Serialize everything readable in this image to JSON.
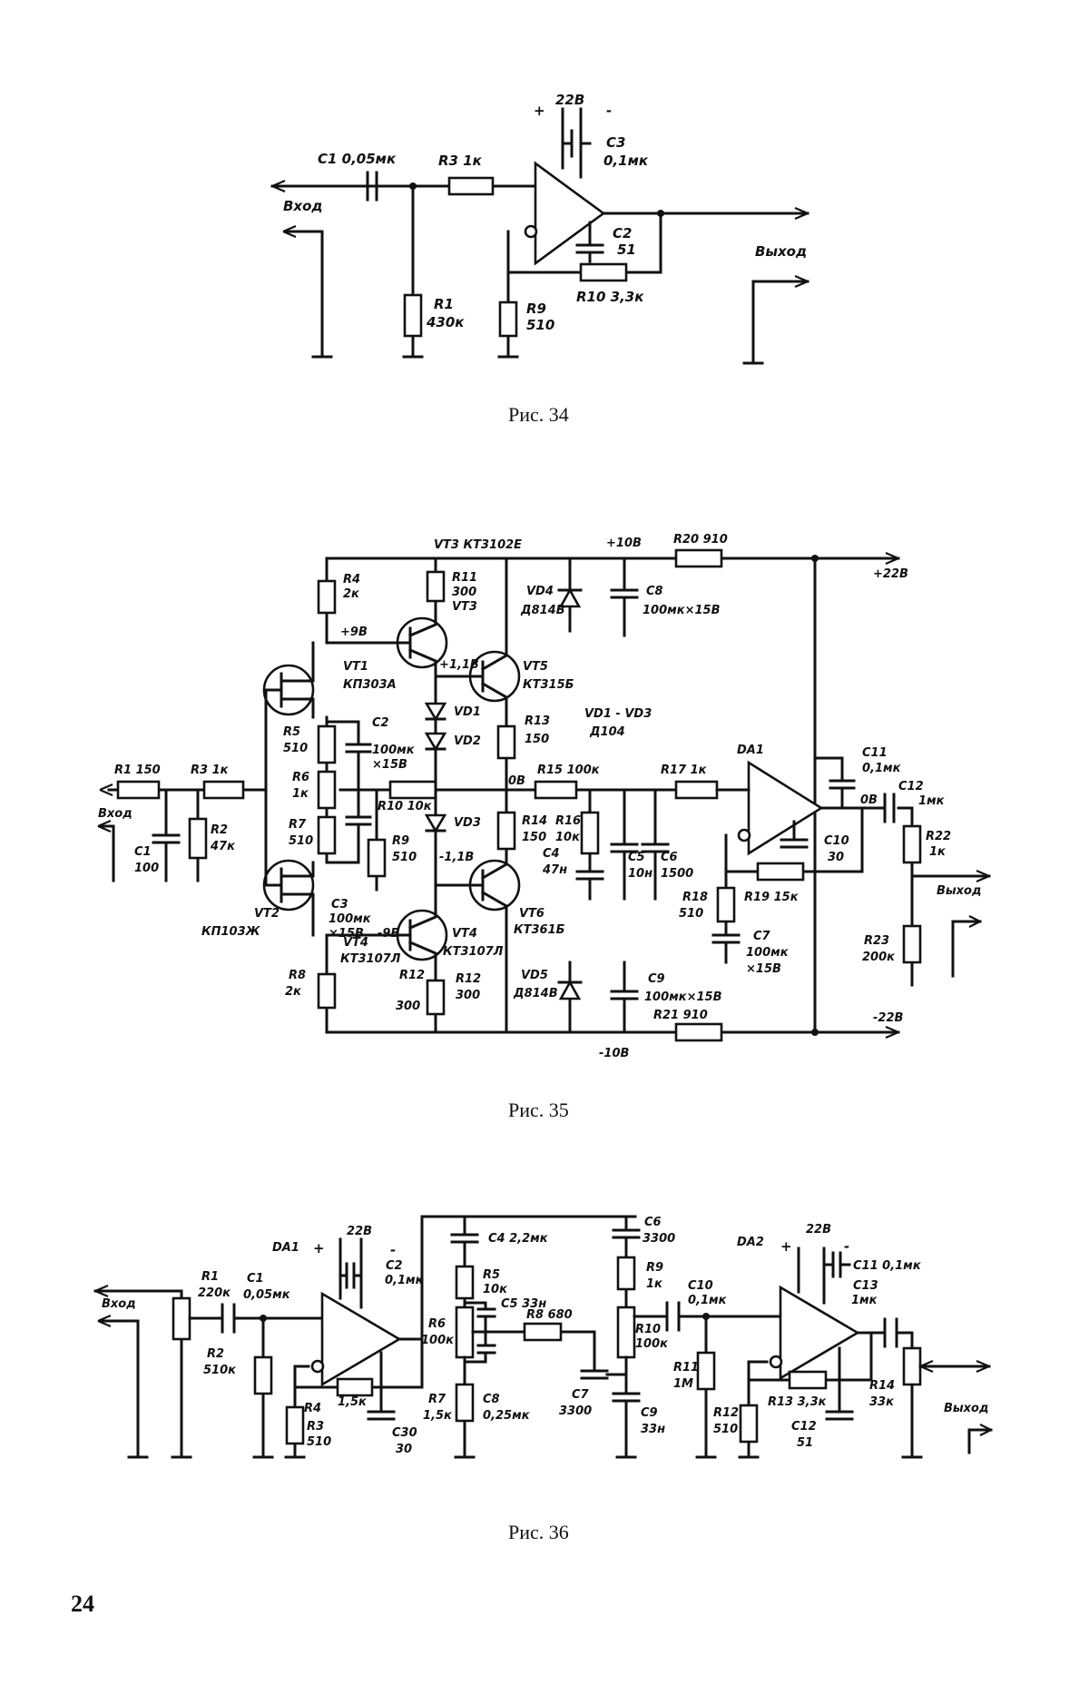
{
  "page_number": "24",
  "fig34": {
    "caption": "Рис. 34",
    "supply": "22В",
    "plus": "+",
    "minus": "-",
    "c1": "C1 0,05мк",
    "r3": "R3 1к",
    "c3a": "C3",
    "c3b": "0,1мк",
    "c2a": "C2",
    "c2b": "51",
    "input": "Вход",
    "output": "Выход",
    "r1a": "R1",
    "r1b": "430к",
    "r9a": "R9",
    "r9b": "510",
    "r10": "R10 3,3к"
  },
  "fig35": {
    "caption": "Рис. 35",
    "vt3_top": "VT3 КТ3102Е",
    "p10v": "+10В",
    "r20": "R20 910",
    "p22v": "+22В",
    "r4a": "R4",
    "r4b": "2к",
    "r11a": "R11",
    "r11b": "300",
    "vt3": "VT3",
    "vd4a": "VD4",
    "vd4b": "Д814В",
    "c8a": "C8",
    "c8b": "100мк×15В",
    "p9v": "+9В",
    "vt1a": "VT1",
    "vt1b": "КП303А",
    "v11": "+1,1В",
    "vt5a": "VT5",
    "vt5b": "КТ315Б",
    "vd1": "VD1",
    "vd2": "VD2",
    "vd13a": "VD1 - VD3",
    "vd13b": "Д104",
    "r13a": "R13",
    "r13b": "150",
    "da1": "DA1",
    "c11a": "C11",
    "c11b": "0,1мк",
    "c12a": "C12",
    "c12b": "1мк",
    "r5a": "R5",
    "r5b": "510",
    "c2a": "C2",
    "c2b": "100мк",
    "c2c": "×15В",
    "r15": "R15 100к",
    "r17": "R17 1к",
    "v0a": "0В",
    "v0b": "0В",
    "r1": "R1 150",
    "r3": "R3 1к",
    "r6a": "R6",
    "r6b": "1к",
    "r10": "R10 10к",
    "r22a": "R22",
    "r22b": "1к",
    "input": "Вход",
    "r2a": "R2",
    "r2b": "47к",
    "c1a": "C1",
    "c1b": "100",
    "r7a": "R7",
    "r7b": "510",
    "r9a": "R9",
    "r9b": "510",
    "vd3": "VD3",
    "m11": "-1,1В",
    "r14a": "R14",
    "r14b": "150",
    "r16a": "R16",
    "r16b": "10к",
    "c4a": "C4",
    "c4b": "47н",
    "c5a": "C5",
    "c5b": "10н",
    "c6a": "C6",
    "c6b": "1500",
    "c10a": "C10",
    "c10b": "30",
    "output": "Выход",
    "vt2a": "VT2",
    "vt2b": "КП103Ж",
    "c3a": "C3",
    "c3b": "100мк",
    "c3c": "×15В",
    "m9v": "-9В",
    "r18a": "R18",
    "r18b": "510",
    "r19": "R19 15к",
    "vt6a": "VT6",
    "vt6b": "КТ361Б",
    "r23a": "R23",
    "r23b": "200к",
    "c7a": "C7",
    "c7b": "100мк",
    "c7c": "×15В",
    "vt4a": "VT4",
    "vt4b": "КТ3107Л",
    "vt4c": "VT4",
    "vt4d": "КТ3107Л",
    "r8a": "R8",
    "r8b": "2к",
    "r12a": "R12",
    "r12b": "300",
    "r12c": "R12",
    "r12d": "300",
    "vd5a": "VD5",
    "vd5b": "Д814В",
    "c9a": "C9",
    "c9b": "100мк×15В",
    "r21": "R21 910",
    "m22v": "-22В",
    "m10v": "-10В"
  },
  "fig36": {
    "caption": "Рис. 36",
    "da1": "DA1",
    "plus1": "+",
    "v22a": "22В",
    "minus1": "-",
    "c2a": "C2",
    "c2b": "0,1мк",
    "c4": "C4 2,2мк",
    "c6a": "C6",
    "c6b": "3300",
    "da2": "DA2",
    "plus2": "+",
    "v22b": "22В",
    "minus2": "-",
    "c11": "C11 0,1мк",
    "r1a": "R1",
    "r1b": "220к",
    "c1a": "C1",
    "c1b": "0,05мк",
    "input": "Вход",
    "r5a": "R5",
    "r5b": "10к",
    "c5": "C5 33н",
    "r9a": "R9",
    "r9b": "1к",
    "c10a": "C10",
    "c10b": "0,1мк",
    "c13a": "C13",
    "c13b": "1мк",
    "r6a": "R6",
    "r6b": "100к",
    "r8": "R8 680",
    "r10a": "R10",
    "r10b": "100к",
    "r2a": "R2",
    "r2b": "510к",
    "r4": "R4",
    "r4v": "1,5к",
    "r11a": "R11",
    "r11b": "1М",
    "r13": "R13 3,3к",
    "r14a": "R14",
    "r14b": "33к",
    "output": "Выход",
    "r3a": "R3",
    "r3b": "510",
    "r7a": "R7",
    "r7b": "1,5к",
    "c8a": "C8",
    "c8b": "0,25мк",
    "c7a": "C7",
    "c7b": "3300",
    "c9a": "C9",
    "c9b": "33н",
    "r12a": "R12",
    "r12b": "510",
    "c12a": "C12",
    "c12b": "51",
    "c30a": "C30",
    "c30b": "30"
  }
}
